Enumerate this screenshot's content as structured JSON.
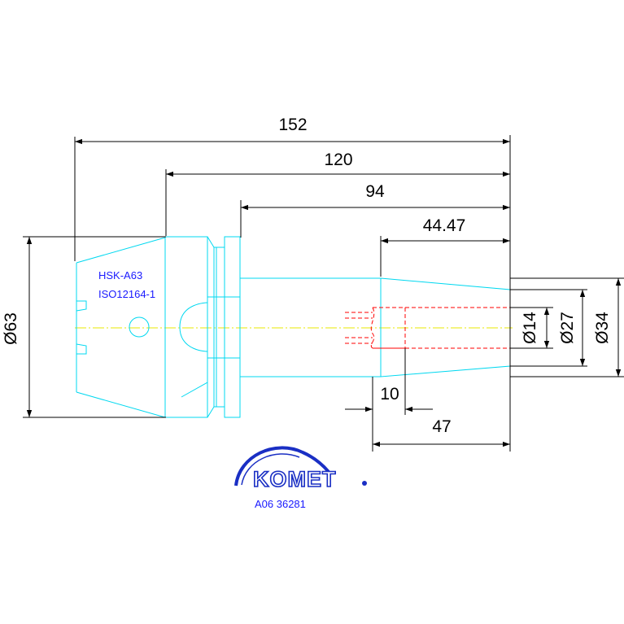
{
  "drawing": {
    "dimensions": {
      "overall_length": "152",
      "length_120": "120",
      "length_94": "94",
      "length_44": "44.47",
      "bore_depth": "10",
      "taper_length": "47",
      "flange_diameter": "Ø63",
      "bore_diameter": "Ø14",
      "tip_diameter": "Ø27",
      "body_diameter": "Ø34"
    },
    "labels": {
      "standard": "HSK-A63",
      "iso": "ISO12164-1"
    },
    "brand": {
      "logo": "KOMET",
      "part_number": "A06 36281"
    },
    "colors": {
      "outline": "#00d8f0",
      "dimension": "#000000",
      "centerline": "#e8e800",
      "hidden": "#ff0000",
      "text_blue": "#1a1aff",
      "logo_blue": "#1a2fc4"
    }
  }
}
